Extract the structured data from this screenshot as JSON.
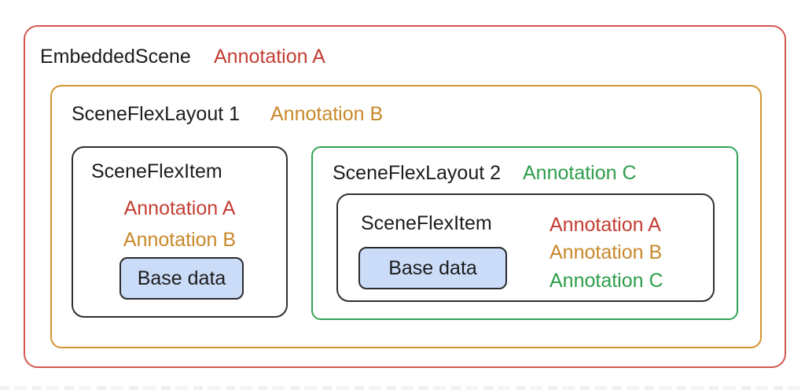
{
  "colors": {
    "red": "#c33d33",
    "orange": "#c8882a",
    "green": "#2e9e4b",
    "red_border": "#d4574e",
    "orange_border": "#d2952f",
    "green_border": "#33a356",
    "box_border": "#2f2f2f",
    "base_fill": "#cbdcf8",
    "base_border": "#2b2b2b"
  },
  "diagram": {
    "embedded_scene": {
      "label": "EmbeddedScene",
      "annotation": "Annotation A"
    },
    "flex_layout_1": {
      "label": "SceneFlexLayout 1",
      "annotation": "Annotation B"
    },
    "flex_item_1": {
      "label": "SceneFlexItem",
      "annotations": [
        "Annotation A",
        "Annotation B"
      ],
      "base_data": "Base data"
    },
    "flex_layout_2": {
      "label": "SceneFlexLayout 2",
      "annotation": "Annotation C"
    },
    "flex_item_2": {
      "label": "SceneFlexItem",
      "annotations": [
        "Annotation A",
        "Annotation B",
        "Annotation C"
      ],
      "base_data": "Base data"
    }
  }
}
